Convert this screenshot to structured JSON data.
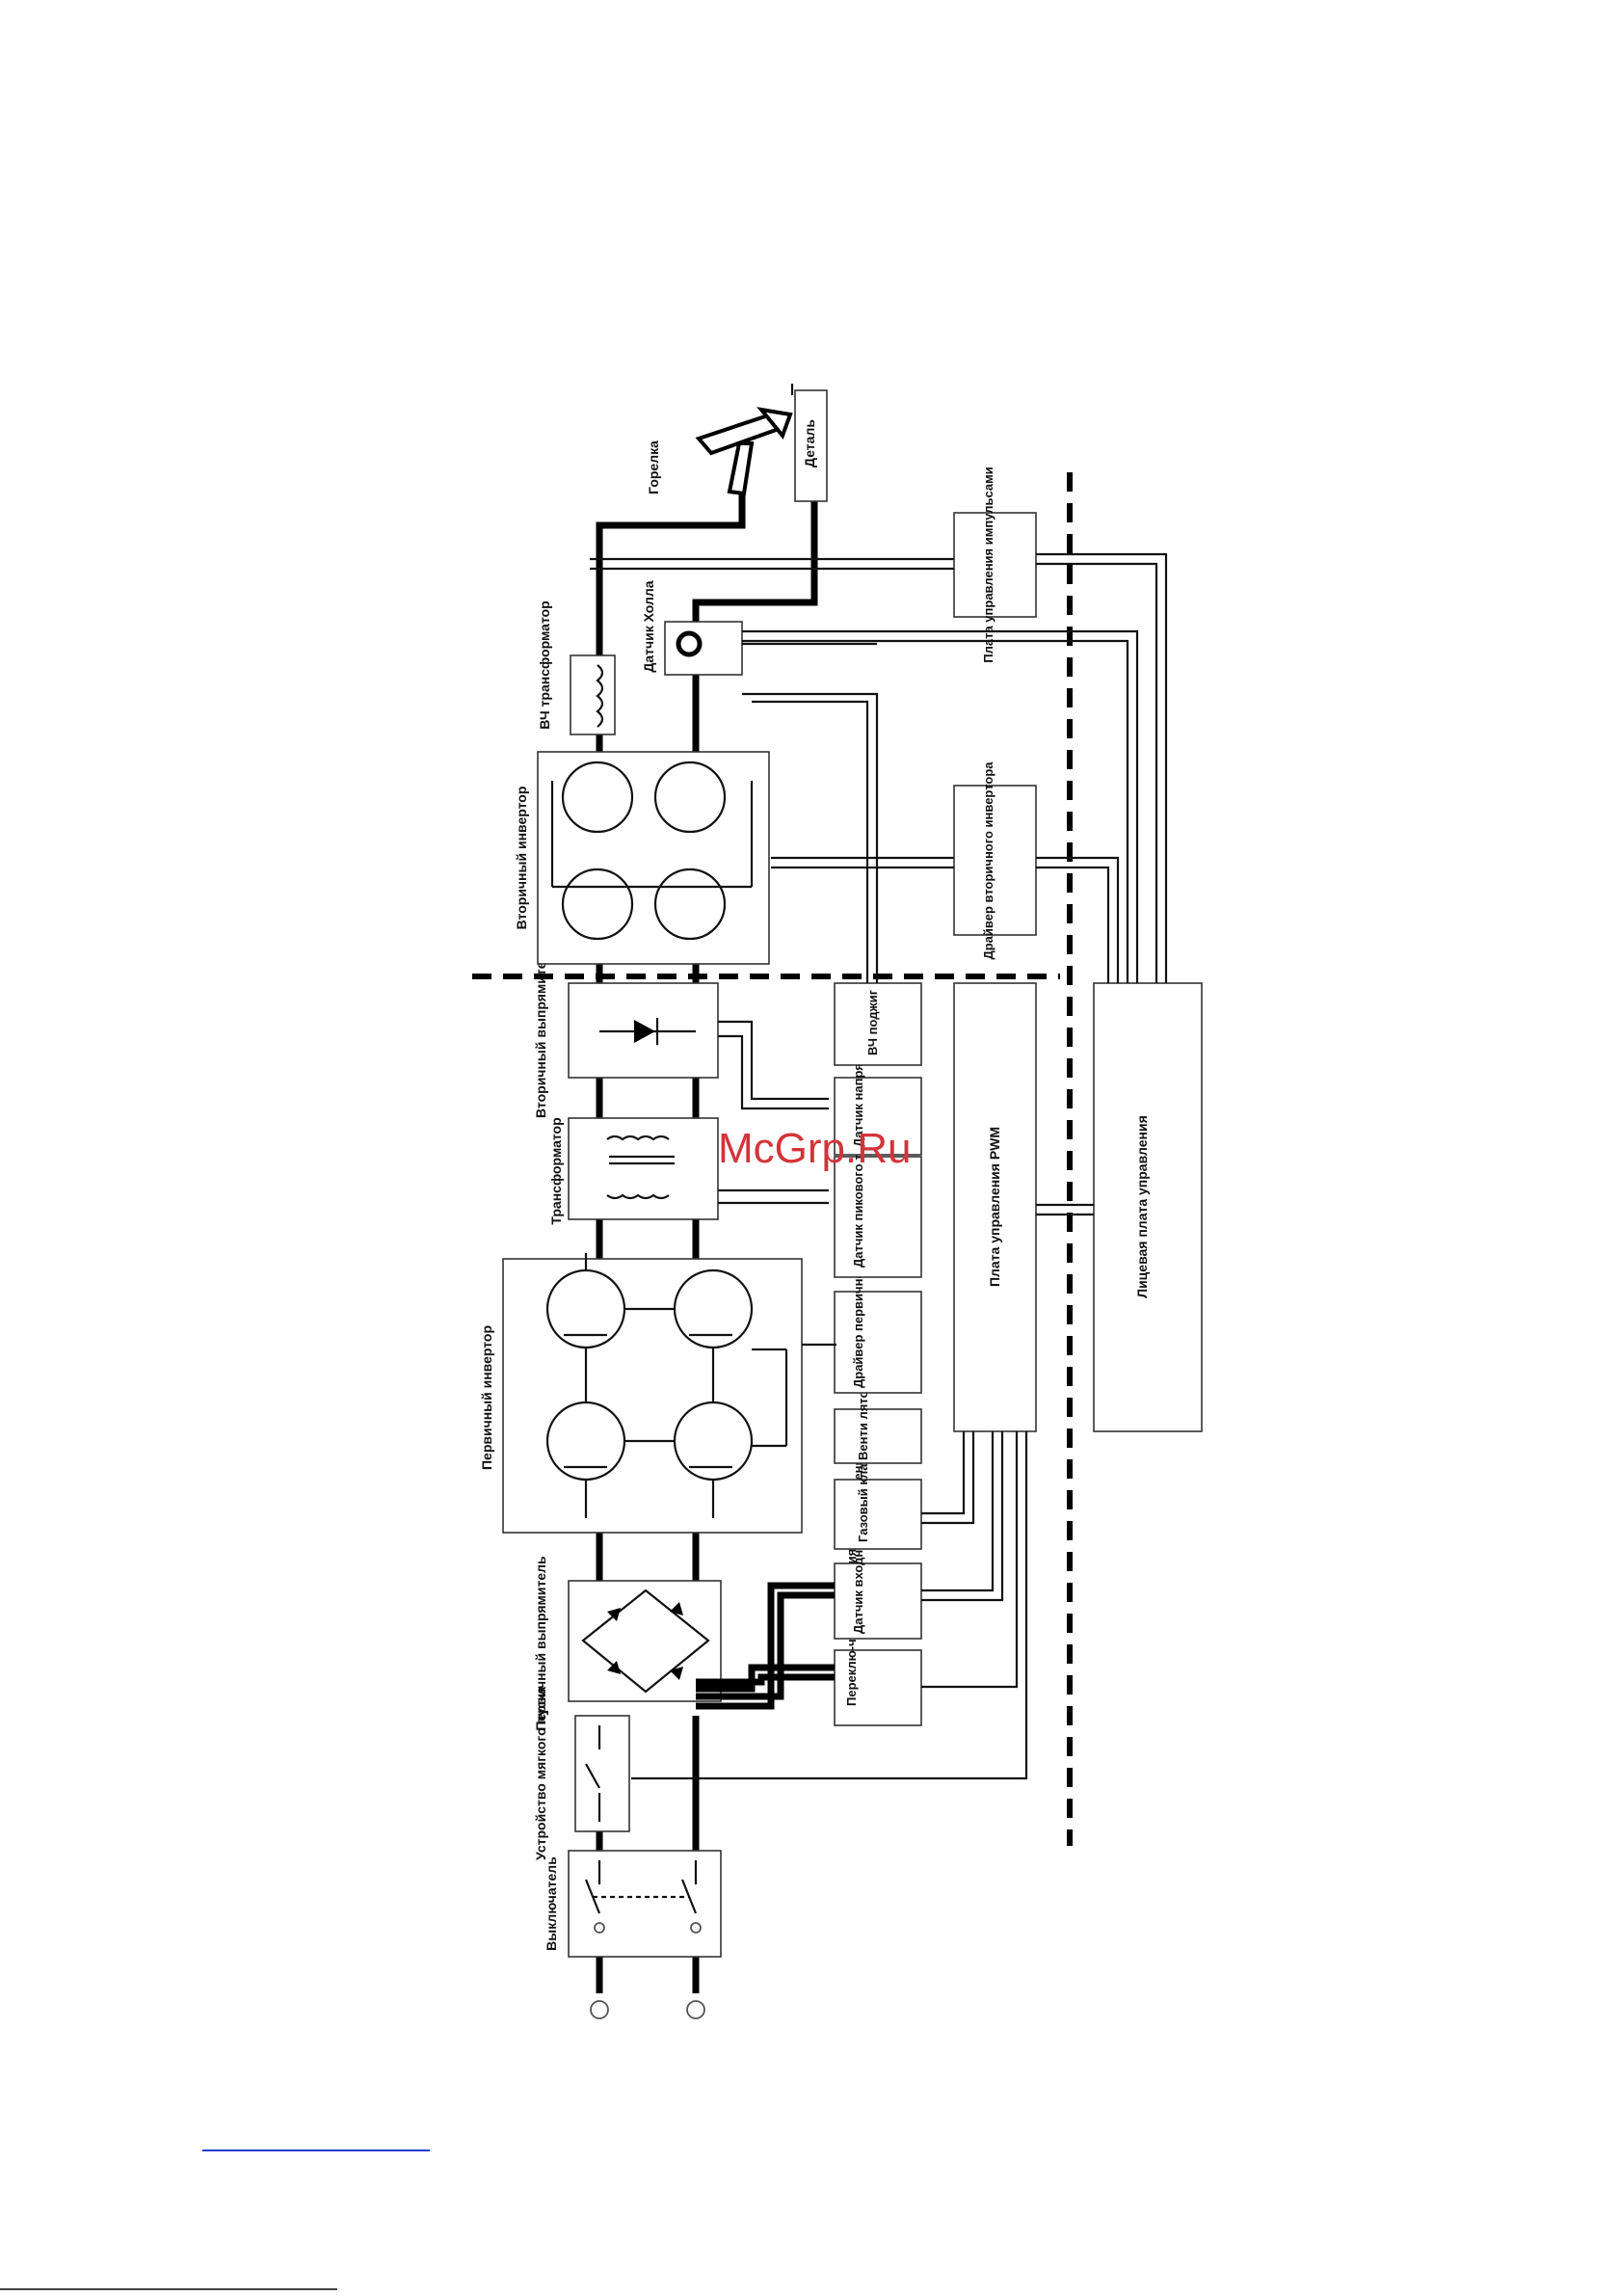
{
  "diagram": {
    "labels": {
      "switch": "Выключатель",
      "soft_start": "Устройство мягкого пуска",
      "primary_rectifier": "Первичный выпрямитель",
      "primary_inverter": "Первичный инвертор",
      "transformer": "Трансформатор",
      "secondary_rectifier": "Вторичный выпрямитель",
      "secondary_inverter": "Вторичный инвертор",
      "hf_transformer": "ВЧ трансформатор",
      "hall_sensor": "Датчик Холла",
      "torch": "Горелка",
      "workpiece": "Деталь",
      "power_selector": "Переклю-чатель питания",
      "input_voltage_sensor": "Датчик входного напряжения",
      "gas_valve": "Газовый клапан",
      "fan": "Венти лятор",
      "primary_driver": "Драйвер первичного инвертора",
      "peak_current_sensor": "Датчик пикового тока",
      "voltage_sensor": "Датчик напряжения",
      "hf_ignition": "ВЧ поджиг",
      "pwm_board": "Плата управления PWM",
      "front_panel_board": "Лицевая плата управления",
      "secondary_driver": "Драйвер вторичного инвертора",
      "pulse_board": "Плата управления импульсами"
    }
  },
  "watermark": "McGrp.Ru",
  "colors": {
    "line": "#000000",
    "watermark": "#d3343a",
    "link": "#1a3fd1"
  }
}
